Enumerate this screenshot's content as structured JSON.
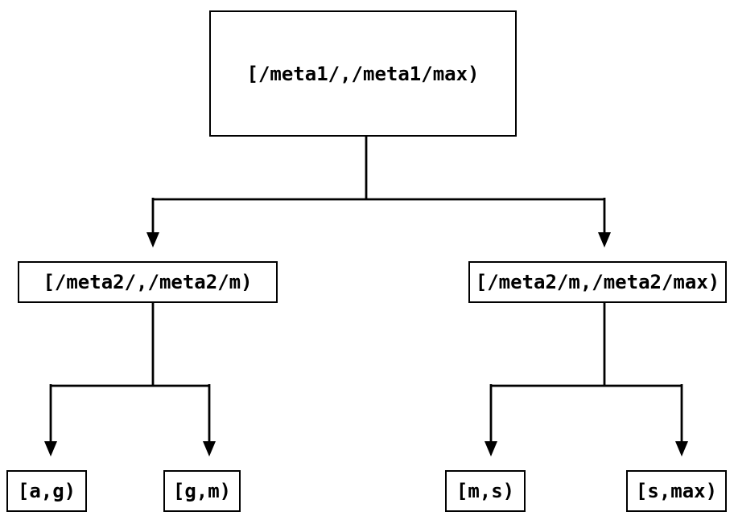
{
  "colors": {
    "background": "#ffffff",
    "line": "#000000",
    "text": "#000000"
  },
  "nodes": {
    "root": {
      "label": "[/meta1/,/meta1/max)"
    },
    "left_mid": {
      "label": "[/meta2/,/meta2/m)"
    },
    "right_mid": {
      "label": "[/meta2/m,/meta2/max)"
    },
    "leaf_ag": {
      "label": "[a,g)"
    },
    "leaf_gm": {
      "label": "[g,m)"
    },
    "leaf_ms": {
      "label": "[m,s)"
    },
    "leaf_smax": {
      "label": "[s,max)"
    }
  }
}
